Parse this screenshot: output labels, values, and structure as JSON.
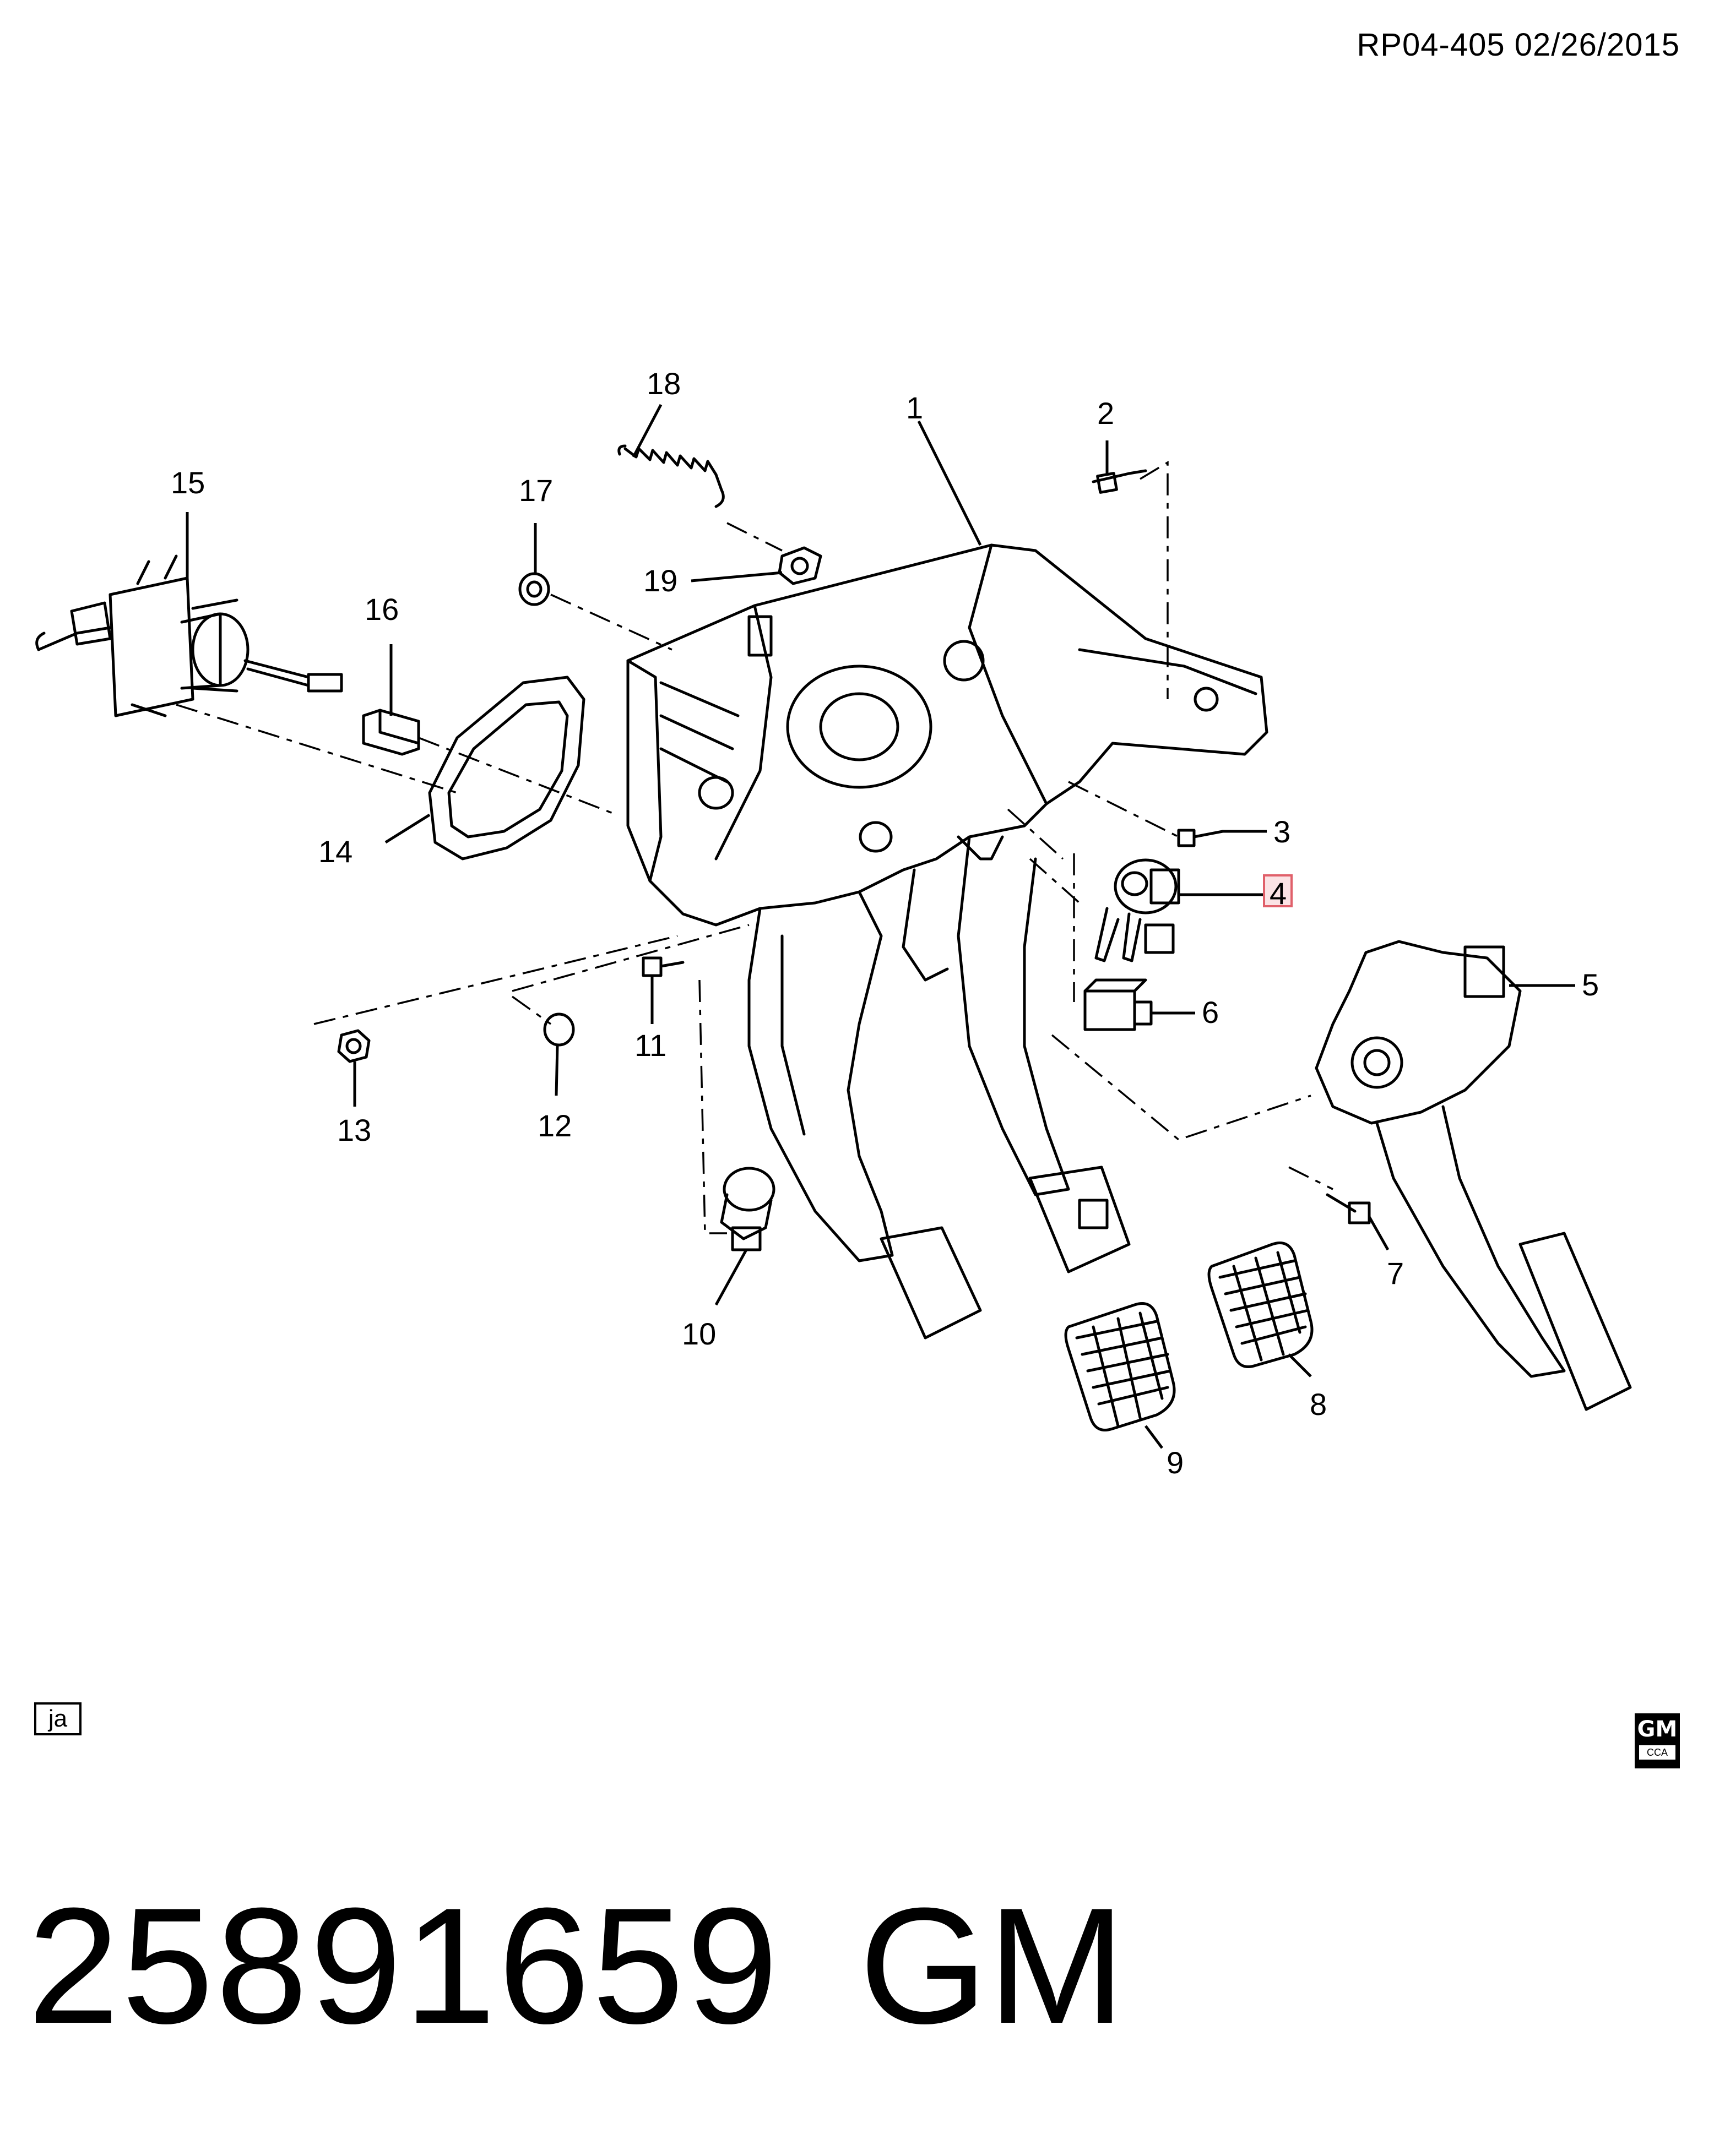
{
  "header": {
    "doc_id": "RP04-405  02/26/2015"
  },
  "callouts": [
    {
      "key": "c1",
      "label": "1"
    },
    {
      "key": "c2",
      "label": "2"
    },
    {
      "key": "c3",
      "label": "3"
    },
    {
      "key": "c4",
      "label": "4",
      "highlighted": true
    },
    {
      "key": "c5",
      "label": "5"
    },
    {
      "key": "c6",
      "label": "6"
    },
    {
      "key": "c7",
      "label": "7"
    },
    {
      "key": "c8",
      "label": "8"
    },
    {
      "key": "c9",
      "label": "9"
    },
    {
      "key": "c10",
      "label": "10"
    },
    {
      "key": "c11",
      "label": "11"
    },
    {
      "key": "c12",
      "label": "12"
    },
    {
      "key": "c13",
      "label": "13"
    },
    {
      "key": "c14",
      "label": "14"
    },
    {
      "key": "c15",
      "label": "15"
    },
    {
      "key": "c16",
      "label": "16"
    },
    {
      "key": "c17",
      "label": "17"
    },
    {
      "key": "c18",
      "label": "18"
    },
    {
      "key": "c19",
      "label": "19"
    }
  ],
  "footer": {
    "language_code": "ja",
    "logo_text": "GM",
    "logo_subtext": "CCA",
    "part_number": "25891659",
    "brand": "GM"
  },
  "colors": {
    "line": "#000000",
    "highlight": "#e0606a",
    "highlight_fill": "#fbe3e5"
  },
  "icons": [
    "gm-logo-icon"
  ]
}
